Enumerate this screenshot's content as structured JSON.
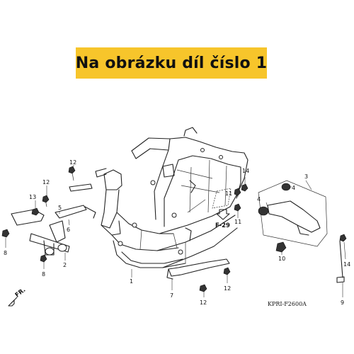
{
  "banner": {
    "text": "Na obrázku díl číslo 1"
  },
  "callouts": [
    "1",
    "2",
    "3",
    "4",
    "4",
    "5",
    "6",
    "7",
    "8",
    "8",
    "9",
    "10",
    "11",
    "11",
    "12",
    "12",
    "12",
    "12",
    "13",
    "14",
    "14"
  ],
  "reference": "F-29",
  "direction": "FR.",
  "diagram_code": "KPRI-F2600A",
  "colors": {
    "banner_bg": "#f7c52b",
    "banner_text": "#111111"
  }
}
